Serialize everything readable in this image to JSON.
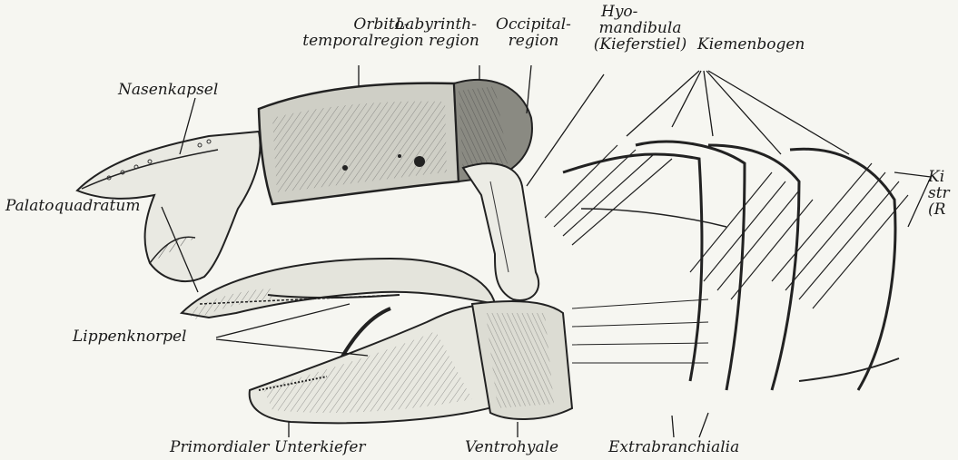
{
  "figure": {
    "labels": {
      "orbito_line1": "Orbito-",
      "orbito_line2": "temporalregion",
      "labyrinth_line1": "Labyrinth-",
      "labyrinth_line2": "region",
      "occipital_line1": "Occipital-",
      "occipital_line2": "region",
      "hyo_line1": "Hyo-",
      "hyo_line2": "mandibula",
      "hyo_line3": "(Kieferstiel)",
      "kiemenbogen": "Kiemenbogen",
      "nasenkapsel": "Nasenkapsel",
      "palatoquadratum": "Palatoquadratum",
      "lippenknorpel": "Lippenknorpel",
      "primordialer": "Primordialer Unterkiefer",
      "ventrohyale": "Ventrohyale",
      "extrabranchialia": "Extrabranchialia",
      "kiemen_line1": "Ki",
      "kiemen_line2": "str",
      "kiemen_line3": "(R"
    },
    "colors": {
      "ink": "#1a1a1a",
      "paper": "#f6f6f1",
      "shade": "#cfcfc6"
    }
  }
}
